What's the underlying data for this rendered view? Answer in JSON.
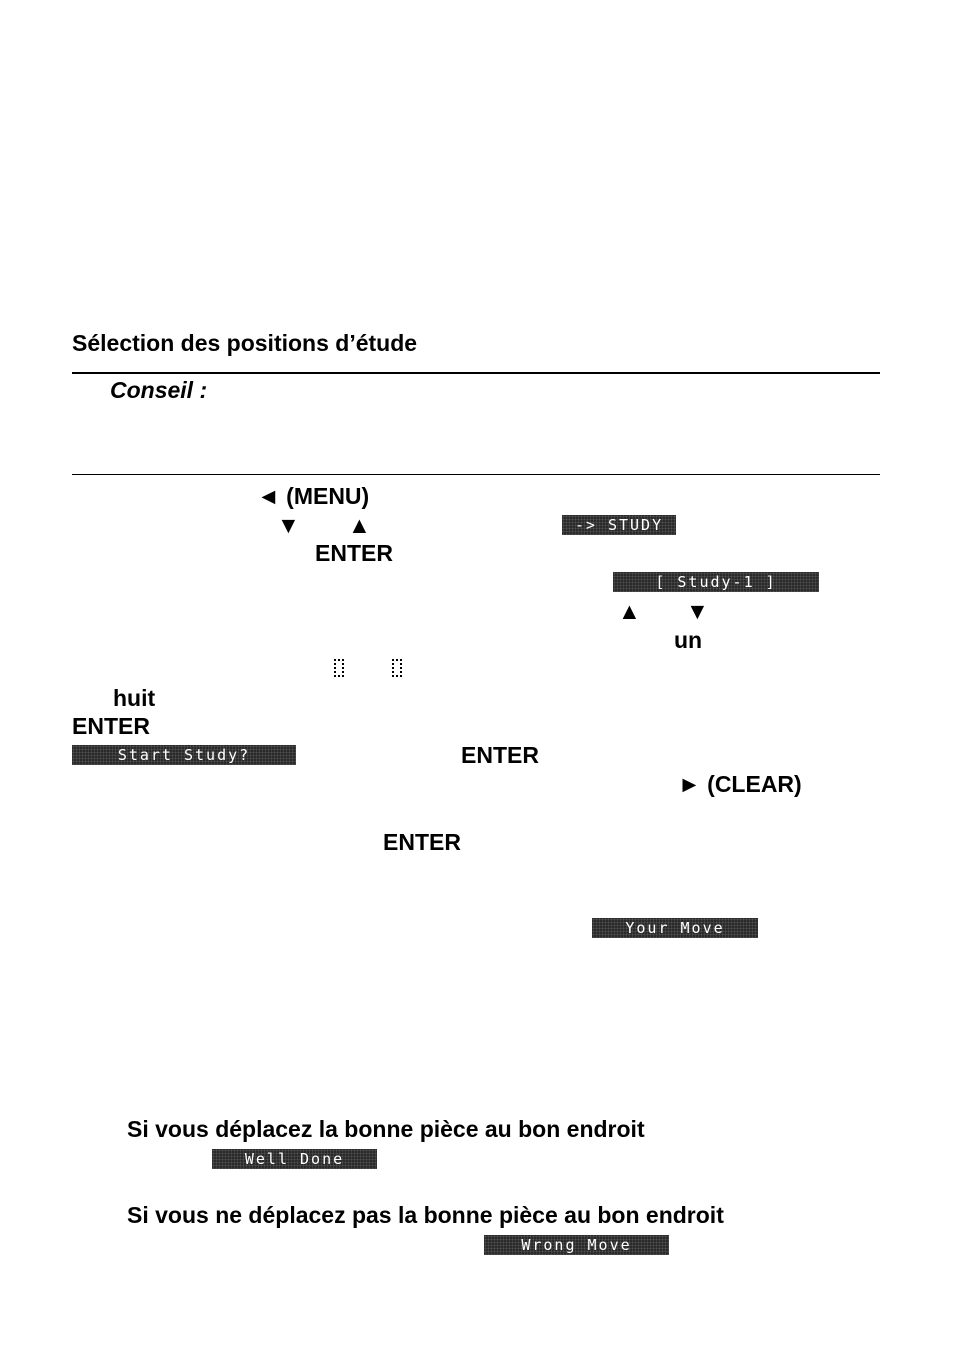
{
  "section": {
    "title": "Sélection des positions d’étude",
    "tip_label": "Conseil :"
  },
  "steps": {
    "menu": "◄ (MENU)",
    "arrow_down_1": "▼",
    "arrow_up_1": "▲",
    "enter_1": "ENTER",
    "arrow_up_2": "▲",
    "arrow_down_2": "▼",
    "un": "un",
    "huit": "huit",
    "enter_2": "ENTER",
    "enter_3": "ENTER",
    "clear": "► (CLEAR)",
    "enter_4": "ENTER"
  },
  "lcd": {
    "study": "-> STUDY",
    "study_num": "[ Study-1 ]",
    "start_study": "Start Study?",
    "your_move": "Your Move",
    "well_done": "Well Done",
    "wrong_move": "Wrong Move"
  },
  "results": {
    "correct": "Si vous déplacez la bonne pièce au bon endroit",
    "incorrect": "Si vous ne déplacez pas la bonne pièce au bon endroit"
  }
}
